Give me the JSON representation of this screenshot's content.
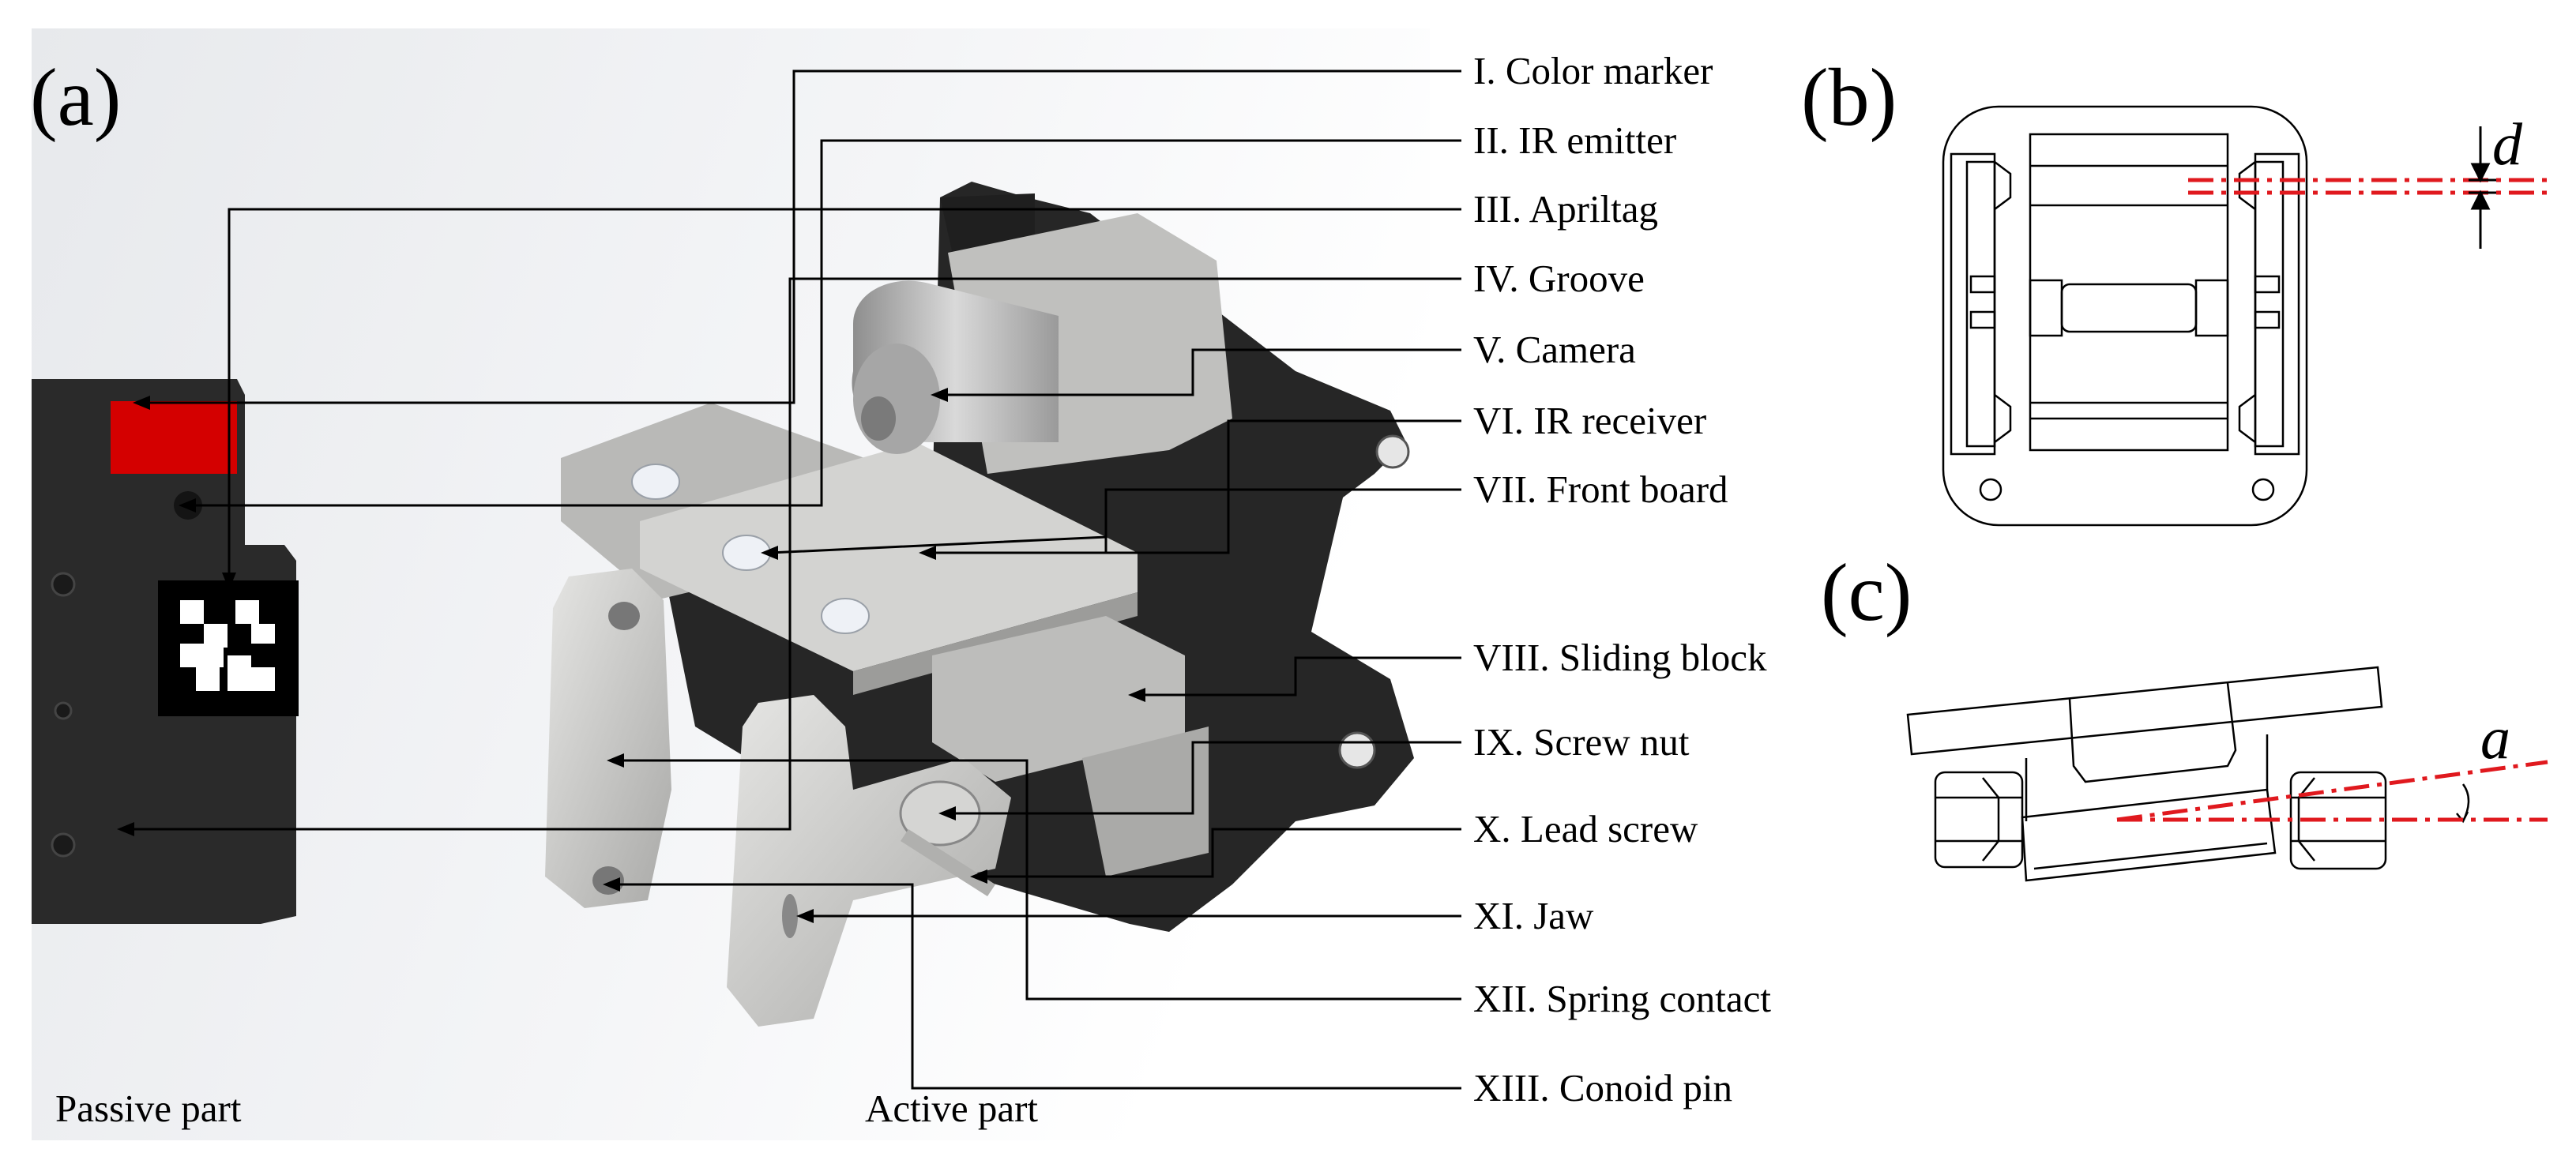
{
  "panel_a": {
    "letter": "(a)",
    "passive_caption": "Passive part",
    "active_caption": "Active part",
    "callouts": [
      {
        "label": "I. Color marker"
      },
      {
        "label": "II. IR emitter"
      },
      {
        "label": "III. Apriltag"
      },
      {
        "label": "IV. Groove"
      },
      {
        "label": "V. Camera"
      },
      {
        "label": "VI. IR receiver"
      },
      {
        "label": "VII. Front board"
      },
      {
        "label": "VIII. Sliding block"
      },
      {
        "label": "IX. Screw nut"
      },
      {
        "label": "X. Lead screw"
      },
      {
        "label": "XI. Jaw"
      },
      {
        "label": "XII. Spring contact"
      },
      {
        "label": "XIII. Conoid pin"
      }
    ]
  },
  "panel_b": {
    "letter": "(b)",
    "dimension_label": "d"
  },
  "panel_c": {
    "letter": "(c)",
    "angle_label": "a"
  },
  "colors": {
    "marker_red": "#d40000",
    "centerline_red": "#e0191e",
    "dark_part": "#262626",
    "metal_part": "#c9c9c7"
  }
}
